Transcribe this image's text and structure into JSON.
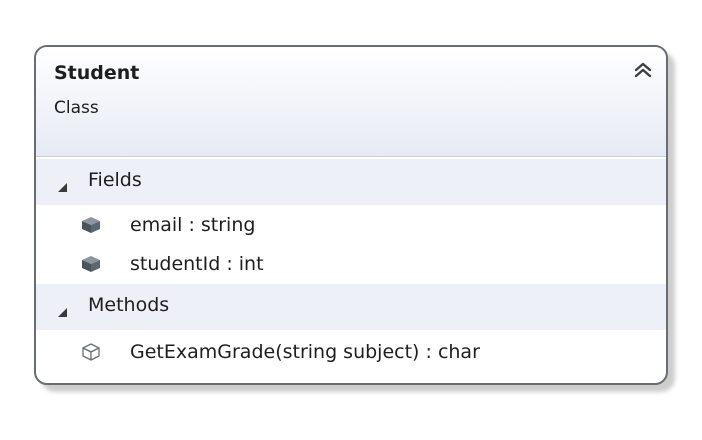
{
  "class": {
    "name": "Student",
    "kind": "Class"
  },
  "sections": {
    "fields": {
      "label": "Fields",
      "items": [
        {
          "label": "email : string",
          "icon": "field-icon"
        },
        {
          "label": "studentId : int",
          "icon": "field-icon"
        }
      ]
    },
    "methods": {
      "label": "Methods",
      "items": [
        {
          "label": "GetExamGrade(string subject) : char",
          "icon": "method-icon"
        }
      ]
    }
  },
  "colors": {
    "border": "#686c73",
    "header_gradient_end": "#e6eaf4",
    "section_background": "#eef0f7",
    "field_icon": "#5d6770"
  }
}
